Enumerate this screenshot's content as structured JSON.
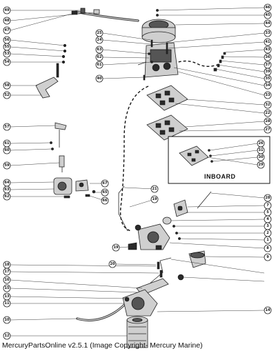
{
  "footer": "MercuryPartsOnline v2.5.1 (Image Copyright- Mercury Marine)",
  "inboard_label": "INBOARD",
  "callouts": {
    "left": [
      "49",
      "48",
      "47",
      "56",
      "55",
      "53",
      "54",
      "58",
      "52",
      "57",
      "61",
      "60",
      "59",
      "64",
      "63",
      "62",
      "18",
      "17",
      "16",
      "15",
      "13",
      "11",
      "10",
      "12"
    ],
    "center": [
      "25",
      "24",
      "63",
      "62",
      "61",
      "40",
      "67",
      "65",
      "66",
      "21",
      "19",
      "19",
      "20"
    ],
    "right": [
      "46",
      "45",
      "44",
      "33",
      "41",
      "43",
      "36",
      "37",
      "39",
      "35",
      "34",
      "33",
      "32",
      "22",
      "28",
      "27",
      "26",
      "31",
      "30",
      "29",
      "28",
      "7",
      "5",
      "4",
      "3",
      "2",
      "1",
      "8",
      "9",
      "14"
    ]
  }
}
